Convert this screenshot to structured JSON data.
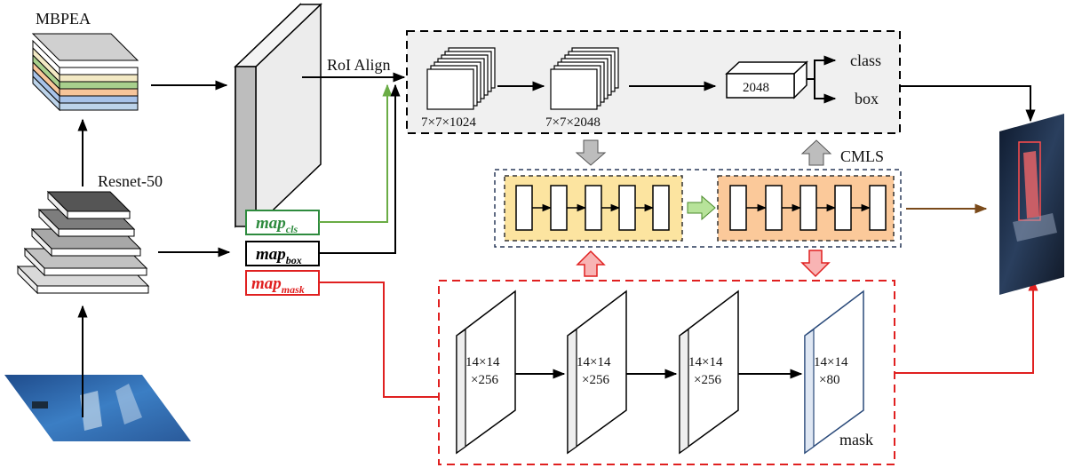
{
  "labels": {
    "mbpea": "MBPEA",
    "backbone": "Resnet-50",
    "roi_align": "RoI Align",
    "feat1": "7×7×1024",
    "feat2": "7×7×2048",
    "fc": "2048",
    "class": "class",
    "box": "box",
    "cmls": "CMLS",
    "mask": "mask"
  },
  "maps": [
    {
      "main": "map",
      "sub": "cls",
      "color": "#2e8b3e"
    },
    {
      "main": "map",
      "sub": "box",
      "color": "#000000"
    },
    {
      "main": "map",
      "sub": "mask",
      "color": "#e02020"
    }
  ],
  "mask_layers": [
    {
      "line1": "14×14",
      "line2": "×256"
    },
    {
      "line1": "14×14",
      "line2": "×256"
    },
    {
      "line1": "14×14",
      "line2": "×256"
    },
    {
      "line1": "14×14",
      "line2": "×80"
    }
  ],
  "colors": {
    "cls_line": "#6aac45",
    "mask_line": "#e02020",
    "yellow_block": "#fce4a0",
    "orange_block": "#fbc99a",
    "cmls_border": "#2a3a5a",
    "output_arrow": "#7a4a1a",
    "gray_box": "#f0f0f0"
  }
}
